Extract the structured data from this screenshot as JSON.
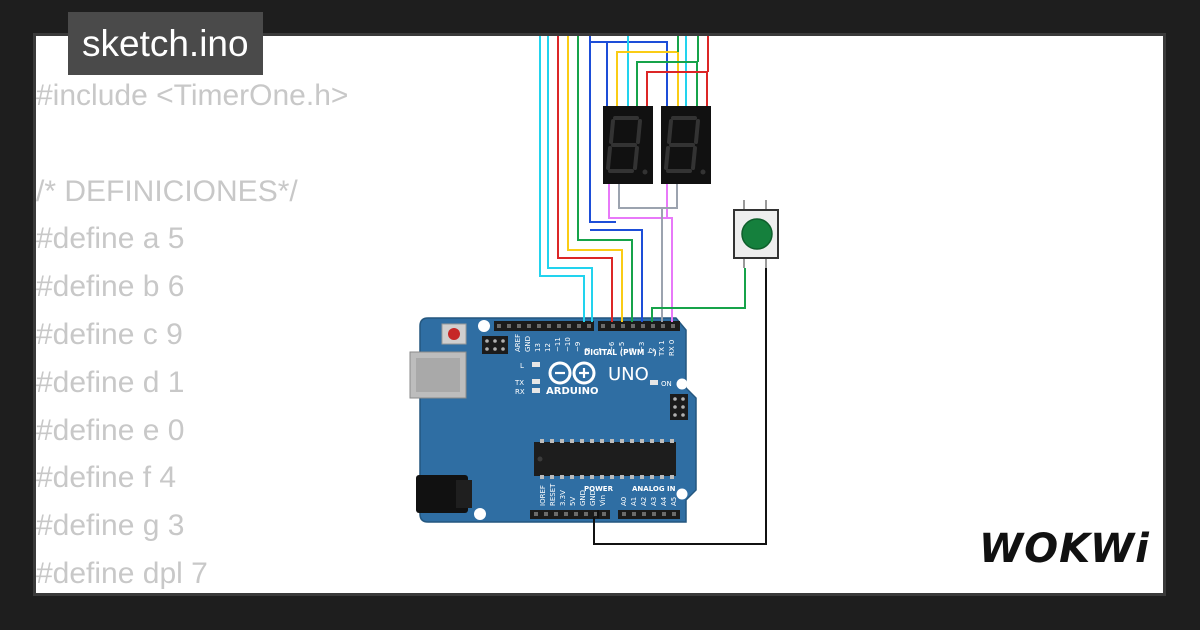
{
  "header": {
    "filename": "sketch.ino"
  },
  "code_lines": [
    "#include <TimerOne.h>",
    "",
    "/* DEFINICIONES*/",
    "#define a 5",
    "#define b 6",
    "#define c 9",
    "#define d 1",
    "#define e 0",
    "#define f 4",
    "#define g 3",
    "#define dpl 7"
  ],
  "board": {
    "brand_text": "ARDUINO",
    "model_text": "UNO",
    "digital_label": "DIGITAL (PWM ~)",
    "power_label": "POWER",
    "analog_label": "ANALOG IN",
    "on_label": "ON",
    "l_label": "L",
    "tx_label": "TX",
    "rx_label": "RX",
    "top_pins": [
      "AREF",
      "GND",
      "13",
      "12",
      "~11",
      "~10",
      "~9",
      "8",
      "7",
      "~6",
      "~5",
      "4",
      "~3",
      "2",
      "TX 1",
      "RX 0"
    ],
    "bottom_pins": [
      "IOREF",
      "RESET",
      "3.3V",
      "5V",
      "GND",
      "GND",
      "Vin",
      "A0",
      "A1",
      "A2",
      "A3",
      "A4",
      "A5"
    ]
  },
  "branding": {
    "logo_text": "WOKWi"
  },
  "colors": {
    "board_blue": "#2f6ea3",
    "wire_cyan": "#22d3ee",
    "wire_yellow": "#facc15",
    "wire_red": "#dc2626",
    "wire_green": "#16a34a",
    "wire_blue": "#1d4ed8",
    "wire_violet": "#e879f9",
    "wire_gray": "#9ca3af",
    "button_green": "#15803d"
  }
}
